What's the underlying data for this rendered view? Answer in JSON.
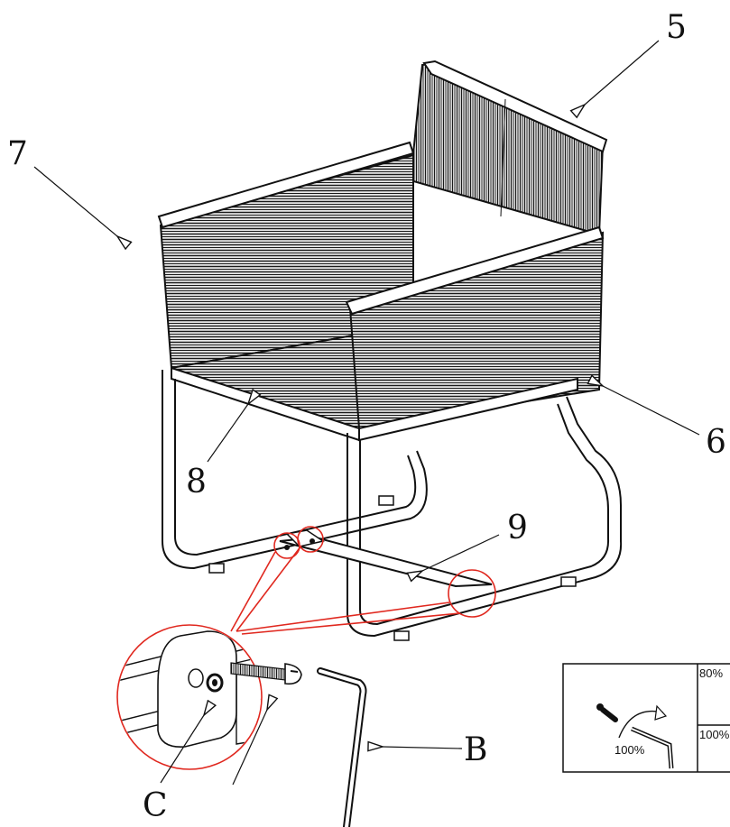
{
  "callouts": {
    "part_5": "5",
    "part_6": "6",
    "part_7": "7",
    "part_8": "8",
    "part_9": "9",
    "part_b": "B",
    "part_c": "C"
  },
  "torque_box": {
    "top_right": "80%",
    "bottom_right": "100%",
    "under_icon": "100%"
  },
  "colors": {
    "ink": "#111111",
    "highlight": "#e0281f"
  }
}
